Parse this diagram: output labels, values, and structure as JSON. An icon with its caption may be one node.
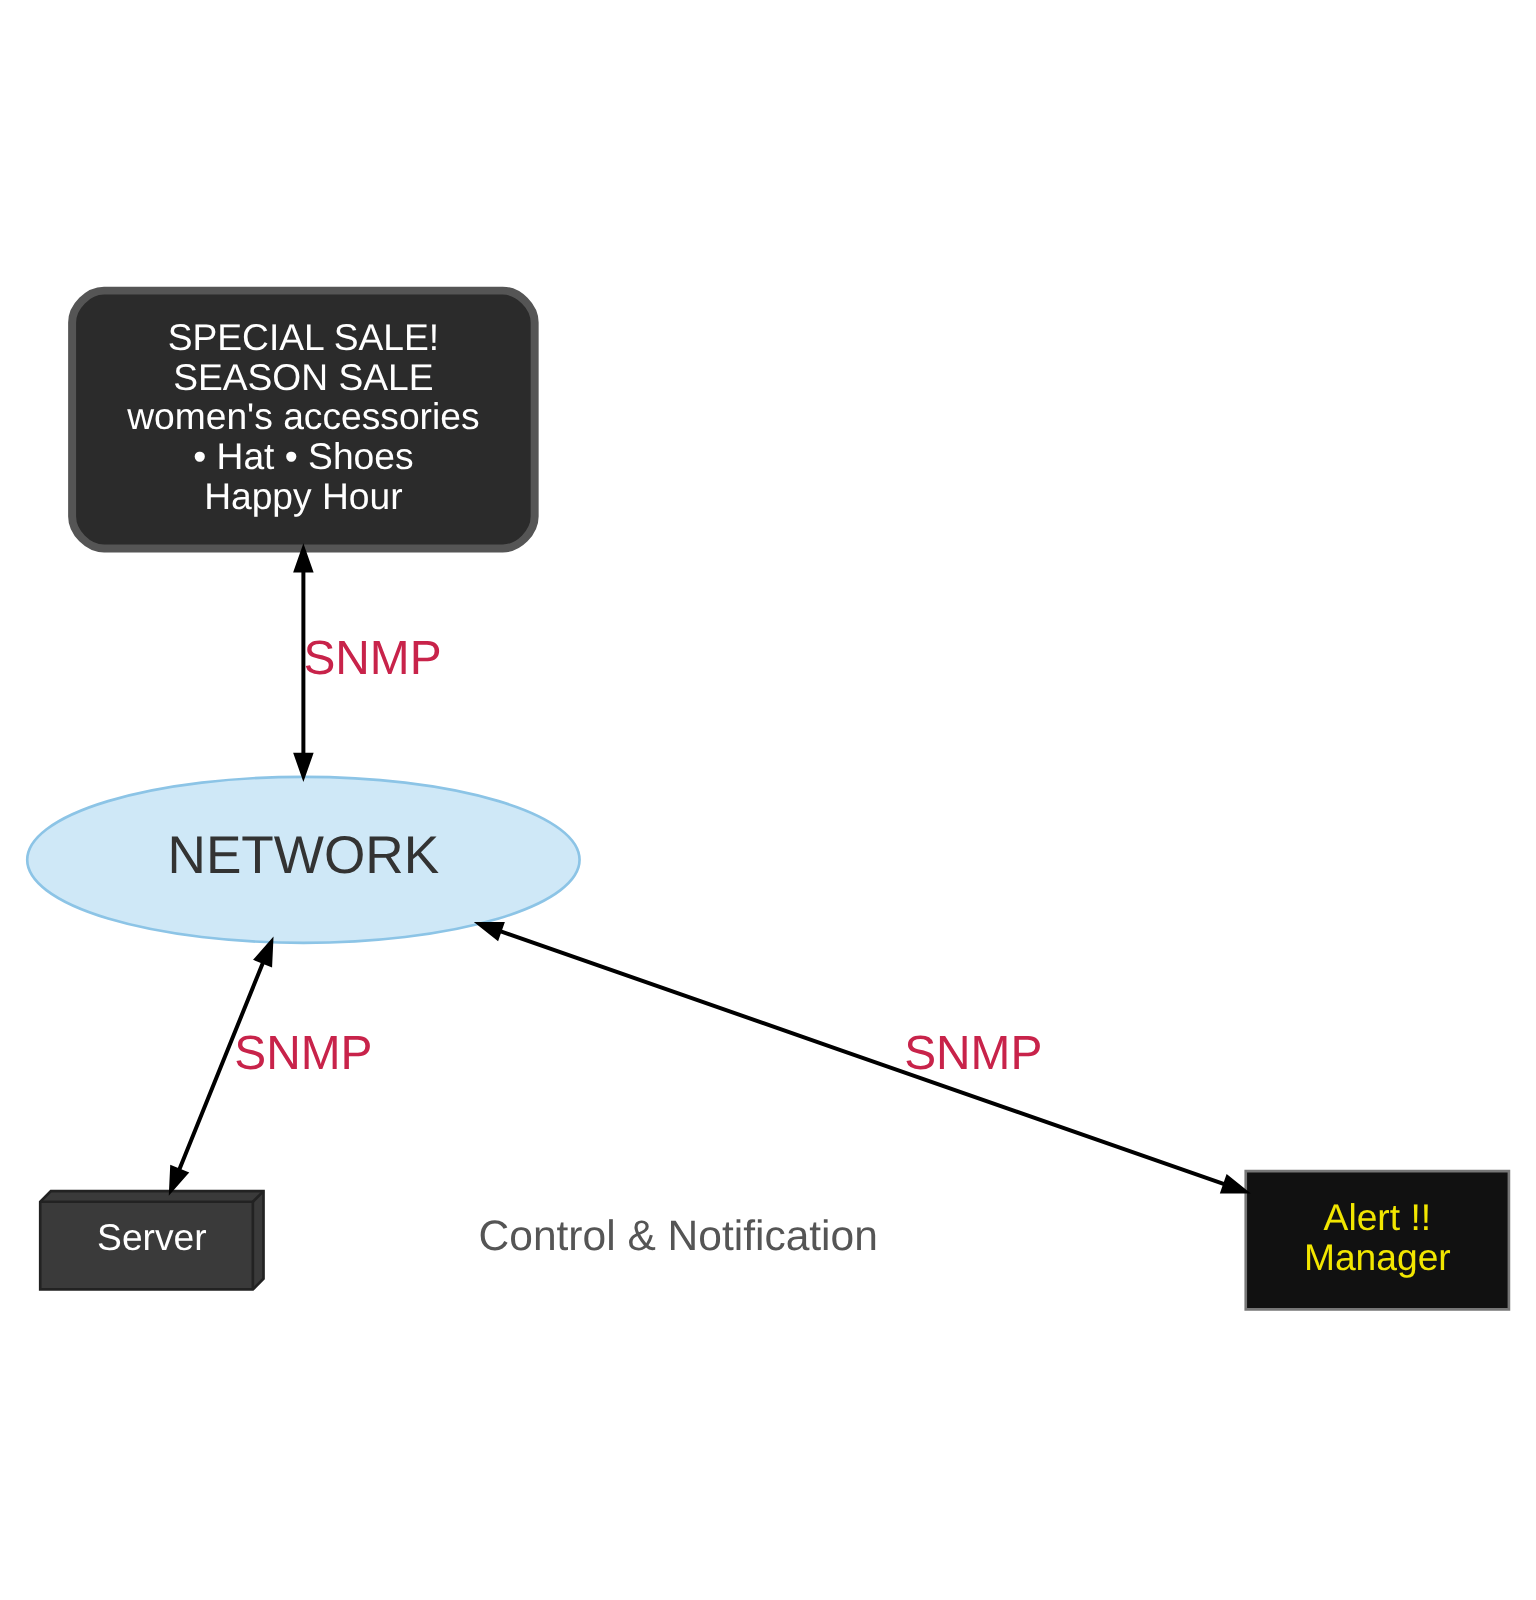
{
  "diagram": {
    "nodes": [
      {
        "text": [
          "SPECIAL SALE!",
          "SEASON SALE",
          "women's accessories",
          "• Hat • Shoes",
          "Happy Hour"
        ]
      },
      {
        "text": [
          "NETWORK"
        ]
      },
      {
        "text": [
          "Server"
        ]
      },
      {
        "text": [
          "Alert !!",
          "Manager"
        ]
      }
    ],
    "edges": [
      {
        "from": 0,
        "to": 1,
        "arrow": "both",
        "label": "SNMP"
      },
      {
        "from": 1,
        "to": 2,
        "arrow": "both",
        "label": "SNMP"
      },
      {
        "from": 1,
        "to": 3,
        "arrow": "both",
        "label": "SNMP"
      }
    ],
    "labels": [
      "Control & Notification"
    ]
  }
}
